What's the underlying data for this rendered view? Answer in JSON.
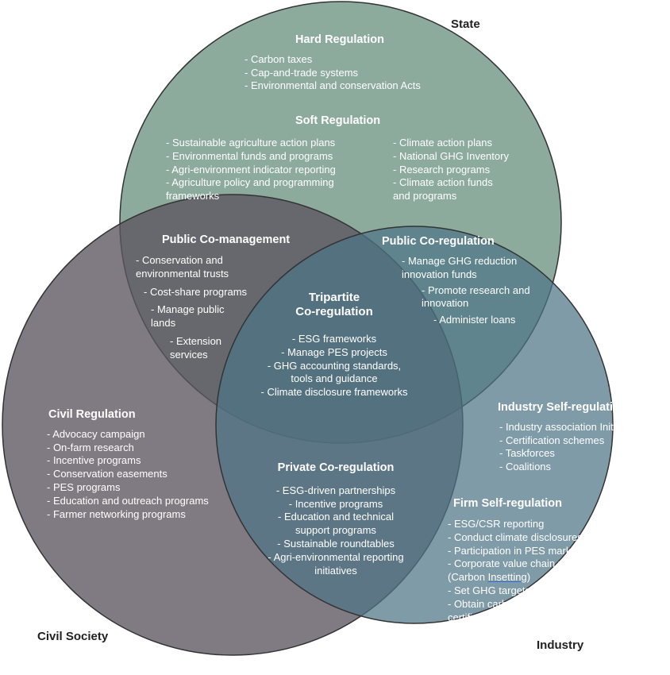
{
  "circles": {
    "state": {
      "label": "State",
      "color": "#5f8a77"
    },
    "civil_society": {
      "label": "Civil Society",
      "color": "#5c5460"
    },
    "industry": {
      "label": "Industry",
      "color": "#4e7486"
    }
  },
  "regions": {
    "hard_regulation": {
      "title": "Hard Regulation",
      "items": [
        "- Carbon taxes",
        "- Cap-and-trade systems",
        "- Environmental and conservation Acts"
      ]
    },
    "soft_regulation": {
      "title": "Soft Regulation",
      "items_left": [
        "- Sustainable agriculture action plans",
        "- Environmental funds and programs",
        "- Agri-environment indicator reporting",
        "- Agriculture policy and programming",
        "frameworks"
      ],
      "items_right": [
        "- Climate action plans",
        "- National GHG Inventory",
        "- Research programs",
        "- Climate action funds",
        "and programs"
      ]
    },
    "public_comanagement": {
      "title": "Public Co-management",
      "items": [
        "- Conservation and",
        "environmental trusts",
        "- Cost-share programs",
        "- Manage public",
        "lands",
        "- Extension",
        "services"
      ]
    },
    "public_coregulation": {
      "title": "Public Co-regulation",
      "items": [
        "- Manage GHG reduction",
        "innovation funds",
        "- Promote research and",
        "innovation",
        "- Administer loans"
      ]
    },
    "tripartite": {
      "title_line1": "Tripartite",
      "title_line2": "Co-regulation",
      "items": [
        "- ESG frameworks",
        "- Manage PES projects",
        "- GHG accounting standards,",
        "tools and guidance",
        "- Climate disclosure frameworks"
      ]
    },
    "civil_regulation": {
      "title": "Civil Regulation",
      "items": [
        "- Advocacy campaign",
        "- On-farm research",
        "- Incentive programs",
        "- Conservation easements",
        "- PES programs",
        "- Education and outreach programs",
        "- Farmer networking programs"
      ]
    },
    "private_coregulation": {
      "title": "Private Co-regulation",
      "items": [
        "- ESG-driven partnerships",
        "- Incentive programs",
        "- Education and technical",
        "support programs",
        "- Sustainable roundtables",
        "- Agri-environmental reporting",
        "initiatives"
      ]
    },
    "industry_self_regulation": {
      "title": "Industry Self-regulation",
      "items": [
        "- Industry association Initiative",
        "- Certification schemes",
        "- Taskforces",
        "- Coalitions"
      ]
    },
    "firm_self_regulation": {
      "title": "Firm Self-regulation",
      "items_a": [
        "- ESG/CSR reporting",
        "- Conduct climate disclosures",
        "- Participation in PES markets",
        "- Corporate value chain projects"
      ],
      "insetting_prefix": "(Carbon ",
      "insetting_word": "Insetting",
      "insetting_suffix": ")",
      "items_b": [
        "- Set GHG targets",
        "- Obtain carbon neutral",
        "certifications"
      ]
    }
  }
}
